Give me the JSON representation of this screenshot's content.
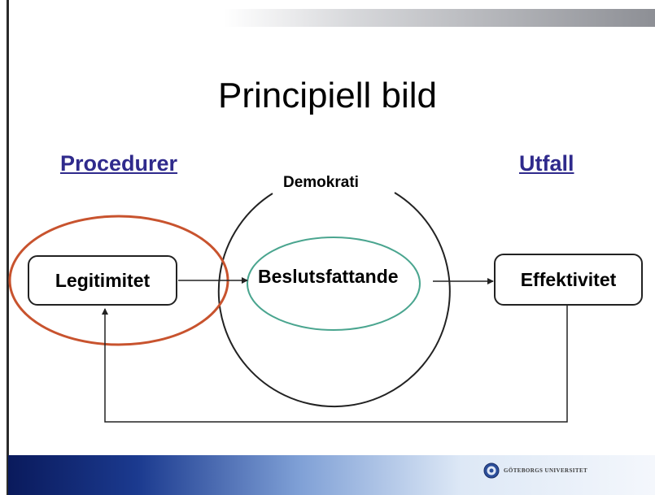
{
  "slide": {
    "title": "Principiell bild",
    "headings": {
      "left": "Procedurer",
      "right": "Utfall"
    },
    "circle_label": "Demokrati",
    "boxes": {
      "legitimitet": "Legitimitet",
      "beslutsfattande": "Beslutsfattande",
      "effektivitet": "Effektivitet"
    },
    "footer_logo": "GÖTEBORGS UNIVERSITET"
  },
  "colors": {
    "heading": "#2f2a8c",
    "highlight_ring": "#c8532e",
    "inner_ellipse": "#4aa58f",
    "band_dark": "#0a1a5c"
  }
}
